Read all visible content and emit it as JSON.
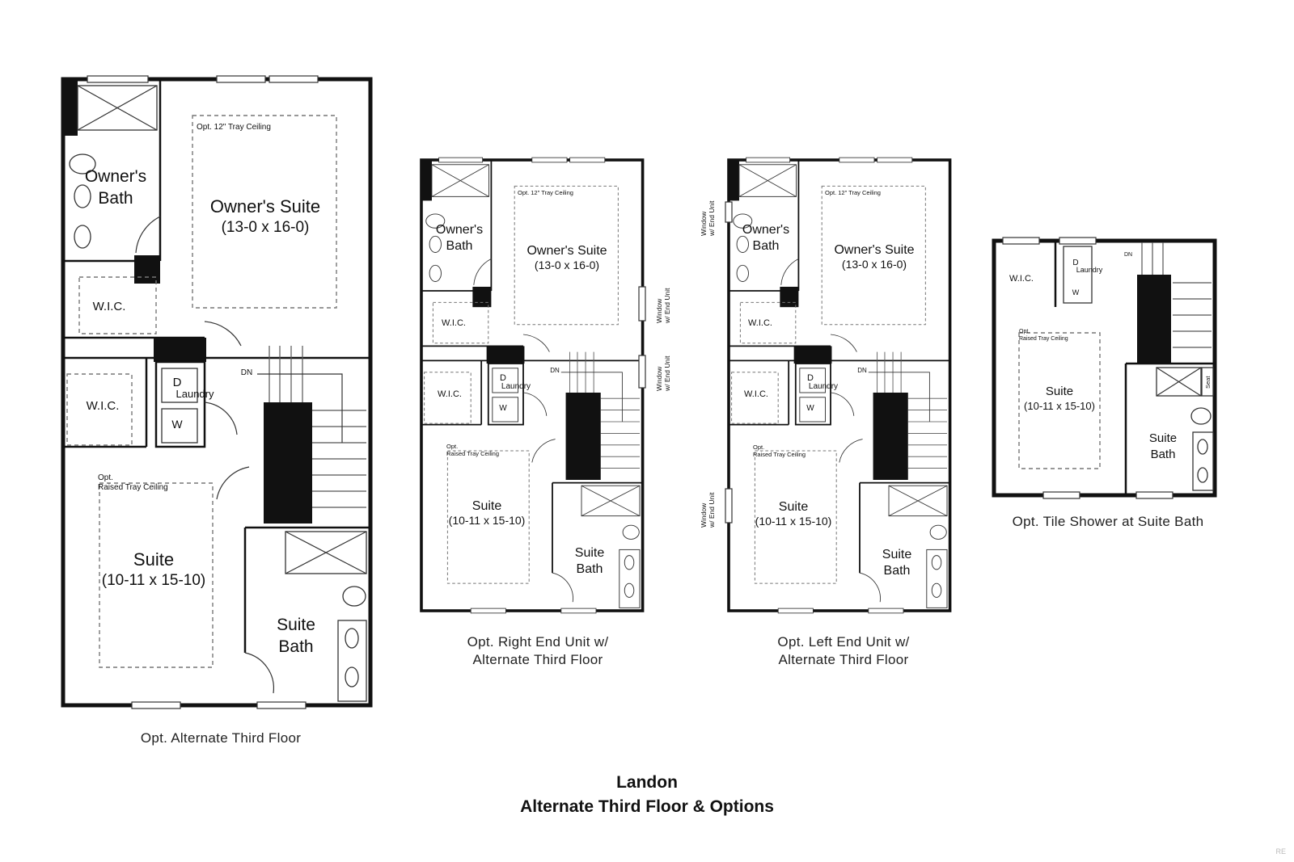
{
  "plans": [
    {
      "caption": "Opt. Alternate Third Floor",
      "rooms": {
        "owners_bath_1": "Owner's",
        "owners_bath_2": "Bath",
        "owners_suite": "Owner's Suite",
        "owners_suite_dim": "(13-0 x 16-0)",
        "tray": "Opt. 12\" Tray Ceiling",
        "wic_top": "W.I.C.",
        "wic_left": "W.I.C.",
        "laundry": "Laundry",
        "dryer": "D",
        "washer": "W",
        "dn": "DN",
        "opt": "Opt.",
        "raised_tray": "Raised Tray Ceiling",
        "suite": "Suite",
        "suite_dim": "(10-11 x 15-10)",
        "suite_bath_1": "Suite",
        "suite_bath_2": "Bath"
      }
    },
    {
      "caption_line1": "Opt. Right End Unit w/",
      "caption_line2": "Alternate Third Floor",
      "window_note_1": "Window",
      "window_note_2": "w/ End Unit"
    },
    {
      "caption_line1": "Opt. Left End Unit w/",
      "caption_line2": "Alternate Third Floor",
      "window_note_1": "Window",
      "window_note_2": "w/ End Unit"
    },
    {
      "caption": "Opt. Tile Shower at Suite Bath",
      "seat": "Seat"
    }
  ],
  "title": {
    "line1": "Landon",
    "line2": "Alternate Third Floor & Options"
  },
  "watermark": "RE"
}
